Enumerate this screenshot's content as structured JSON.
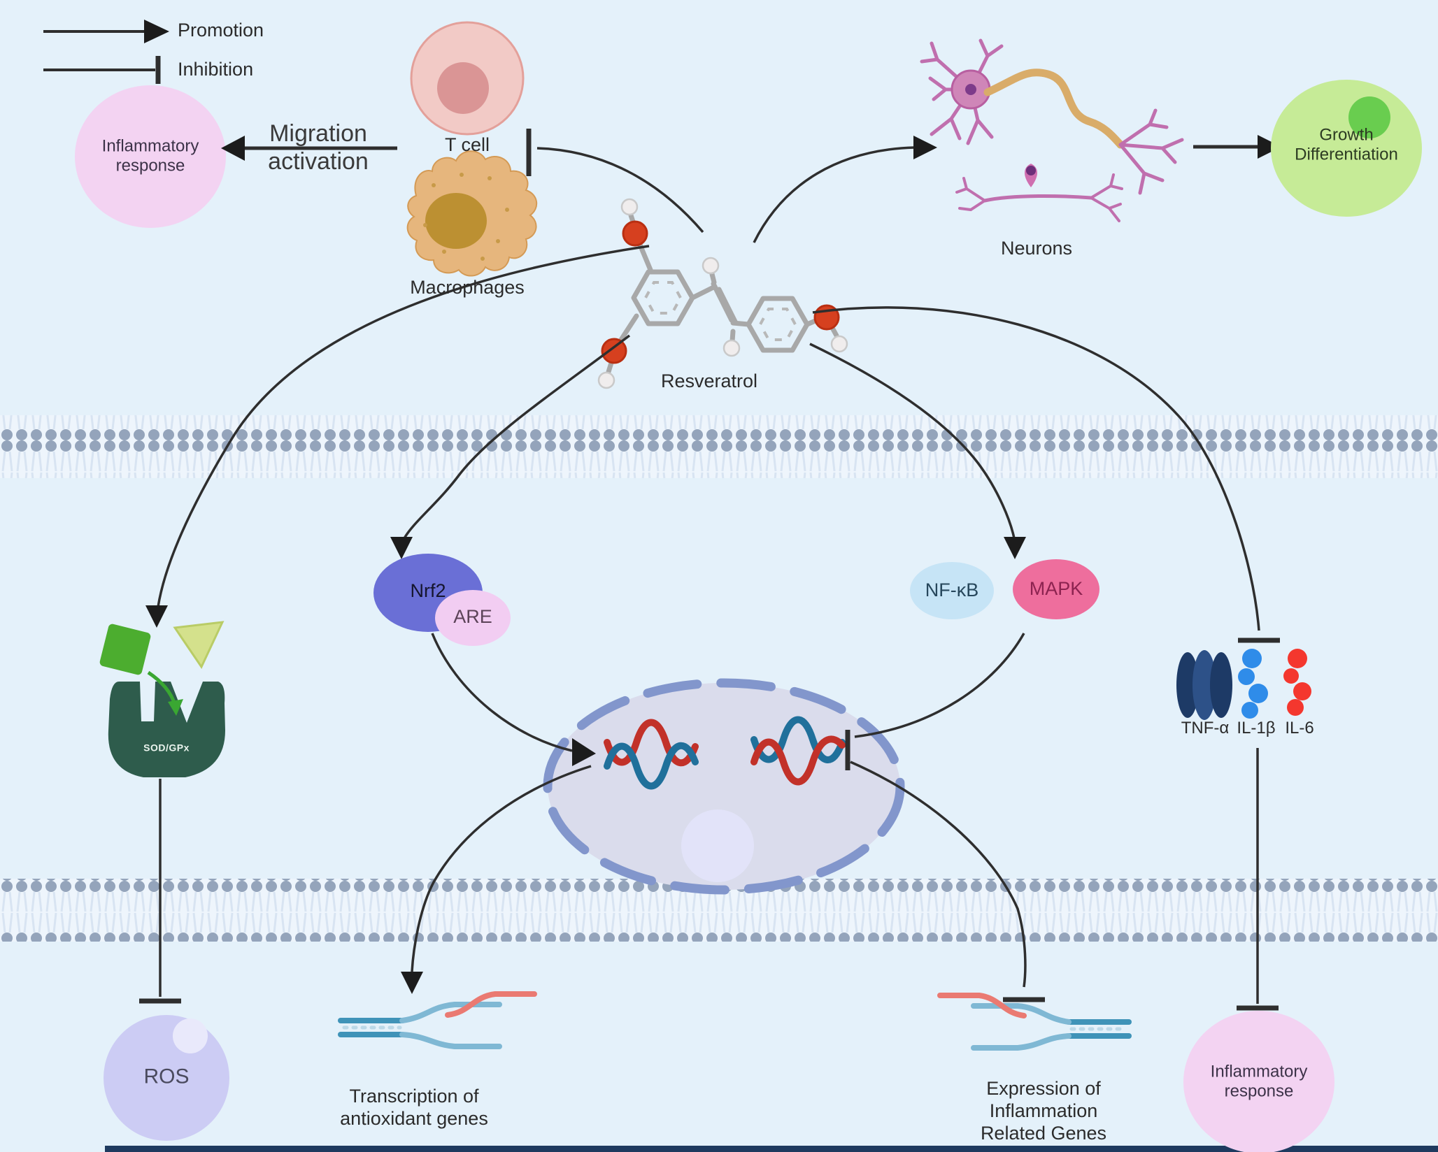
{
  "title": "Resveratrol signaling pathway diagram",
  "legend": {
    "promotion_label": "Promotion",
    "inhibition_label": "Inhibition"
  },
  "top_left": {
    "inflammatory_response": {
      "line1": "Inflammatory",
      "line2": "response"
    },
    "migration": {
      "line1": "Migration",
      "line2": "activation"
    },
    "t_cell_label": "T cell",
    "macrophages_label": "Macrophages"
  },
  "top_right": {
    "neurons_label": "Neurons",
    "growth": {
      "line1": "Growth",
      "line2": "Differentiation"
    }
  },
  "compound": {
    "label": "Resveratrol"
  },
  "signaling": {
    "nrf2": "Nrf2",
    "are": "ARE",
    "nfkb": "NF-κB",
    "mapk": "MAPK",
    "enzyme_label": "SOD/GPx"
  },
  "cytokines": {
    "tnf": "TNF-α",
    "il1b": "IL-1β",
    "il6": "IL-6"
  },
  "outputs": {
    "ros": "ROS",
    "transcription": {
      "line1": "Transcription of",
      "line2": "antioxidant genes"
    },
    "expression": {
      "line1": "Expression of",
      "line2": "Inflammation",
      "line3": "Related Genes"
    },
    "inflammatory_response": {
      "line1": "Inflammatory",
      "line2": "response"
    }
  },
  "colors": {
    "background": "#e4f1fa",
    "arrow": "#2e2e2e",
    "pink_node": "#f3d3f2",
    "green_node": "#c6eb97",
    "green_blob": "#69cd4f",
    "tcell_body": "#f2cac6",
    "tcell_border": "#e3a09a",
    "tcell_nucleus": "#da9595",
    "macrophage_body": "#e6b67d",
    "macrophage_nucleus": "#bc9032",
    "neuron_pink": "#c06fae",
    "axon_tan": "#d9ac69",
    "nrf2_fill": "#6a6fd6",
    "are_fill": "#f2cdf2",
    "nfkb_fill": "#c6e4f6",
    "mapk_fill": "#ee6e9d",
    "enzyme_fill": "#2e5c4c",
    "substrate_square": "#4cad2f",
    "substrate_triangle": "#d4e18c",
    "nucleus_fill": "#dadcec",
    "nucleus_border": "#8296cc",
    "nucleolus_fill": "#e2e3f9",
    "dna_red": "#c23129",
    "dna_blue": "#20709b",
    "tnf_dark": "#1d3a66",
    "tnf_mid": "#2d5188",
    "il1b_blue": "#2f8ce9",
    "il6_red": "#f4372e",
    "ros_fill": "#ccccf4",
    "membrane_head": "#94a4bb",
    "o_atom": "#d6401f",
    "h_atom": "#f0eded",
    "bond": "#a8a8a8",
    "gene_blue": "#3f93b8",
    "gene_light_blue": "#7fb8d4",
    "gene_red": "#ea7a72",
    "bottom_bar": "#1e3a5f"
  }
}
